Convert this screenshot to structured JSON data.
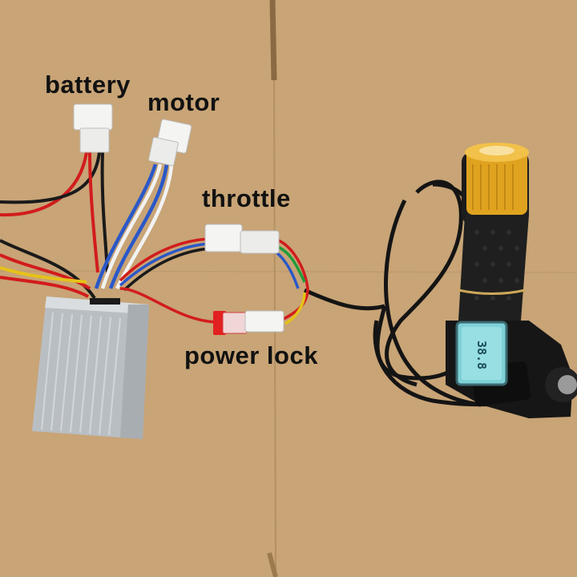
{
  "labels": {
    "battery": "battery",
    "motor": "motor",
    "throttle": "throttle",
    "power_lock": "power lock"
  },
  "display": {
    "reading": "38.8"
  },
  "colors": {
    "cardboard": "#c8a476",
    "controller": "#c9cdd1",
    "grip_gold": "#e0a320",
    "grip_black": "#1c1c1c",
    "display_glass": "#7fd1d8",
    "wire_red": "#d21c1c",
    "wire_blue": "#2a58c8",
    "wire_green": "#1f9c3a",
    "wire_yellow": "#e6c219"
  }
}
